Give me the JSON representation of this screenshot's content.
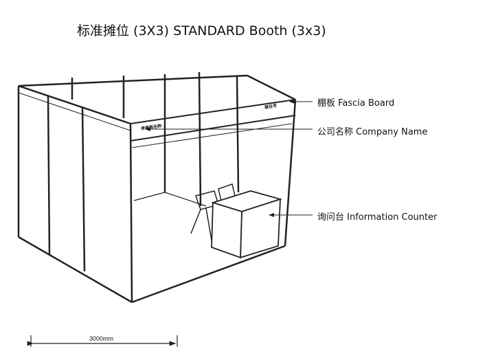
{
  "title": "标准摊位 (3X3)  STANDARD Booth  (3x3)",
  "labels": {
    "fascia": "棚板  Fascia Board",
    "company": "公司名称  Company Name",
    "counter": "询问台 Information Counter"
  },
  "fascia_text": {
    "left": "参展商名称:",
    "right": "展位号"
  },
  "dimension": "3000mm"
}
